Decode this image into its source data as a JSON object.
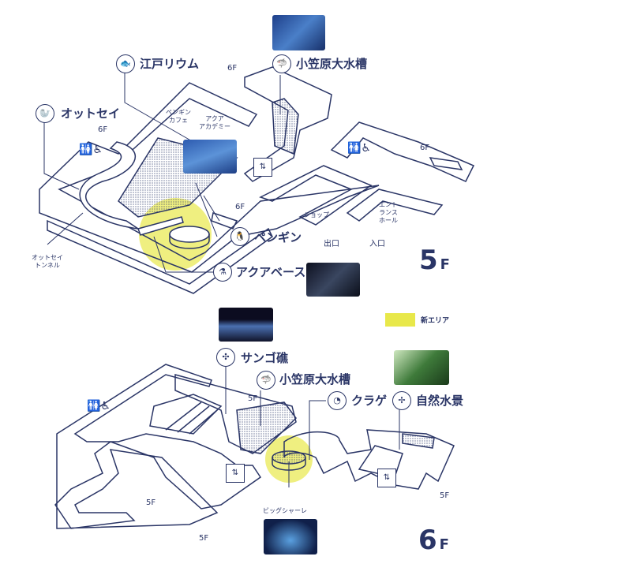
{
  "legend": {
    "new_area": "新エリア",
    "new_area_color": "#e8e84a"
  },
  "floor5": {
    "floor_label": "5",
    "floor_unit": "F",
    "areas": {
      "edorium": "江戸リウム",
      "ogasawara": "小笠原大水槽",
      "seal": "オットセイ",
      "penguin": "ペンギン",
      "aquabase": "アクアベース",
      "penguin_cafe": "ペンギン\nカフェ",
      "aqua_academy": "アクア\nアカデミー",
      "seal_tunnel": "オットセイ\nトンネル",
      "shop": "ショップ",
      "entrance_hall": "エント\nランス\nホール",
      "exit": "出口",
      "entrance": "入口"
    },
    "stairs_labels": [
      "6F",
      "6F",
      "6F",
      "6F"
    ]
  },
  "floor6": {
    "floor_label": "6",
    "floor_unit": "F",
    "areas": {
      "coral": "サンゴ礁",
      "ogasawara": "小笠原大水槽",
      "jellyfish": "クラゲ",
      "nature": "自然水景",
      "big_schale": "ビッグシャーレ"
    },
    "stairs_labels": [
      "5F",
      "5F",
      "5F",
      "5F"
    ]
  },
  "colors": {
    "ink": "#2a3566",
    "highlight": "#e8e84a"
  }
}
